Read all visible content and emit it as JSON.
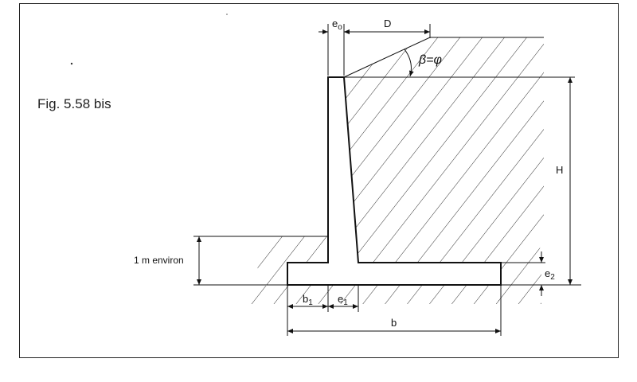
{
  "figure": {
    "caption": "Fig. 5.58 bis"
  },
  "dimensions": {
    "e0": "e",
    "e0_sub": "o",
    "D": "D",
    "beta_phi": "β=φ",
    "H": "H",
    "one_m": "1 m environ",
    "b1": "b",
    "b1_sub": "1",
    "e1": "e",
    "e1_sub": "1",
    "e2": "e",
    "e2_sub": "2",
    "b": "b"
  },
  "colors": {
    "line": "#111111",
    "hatch": "#333333",
    "background": "#ffffff"
  }
}
